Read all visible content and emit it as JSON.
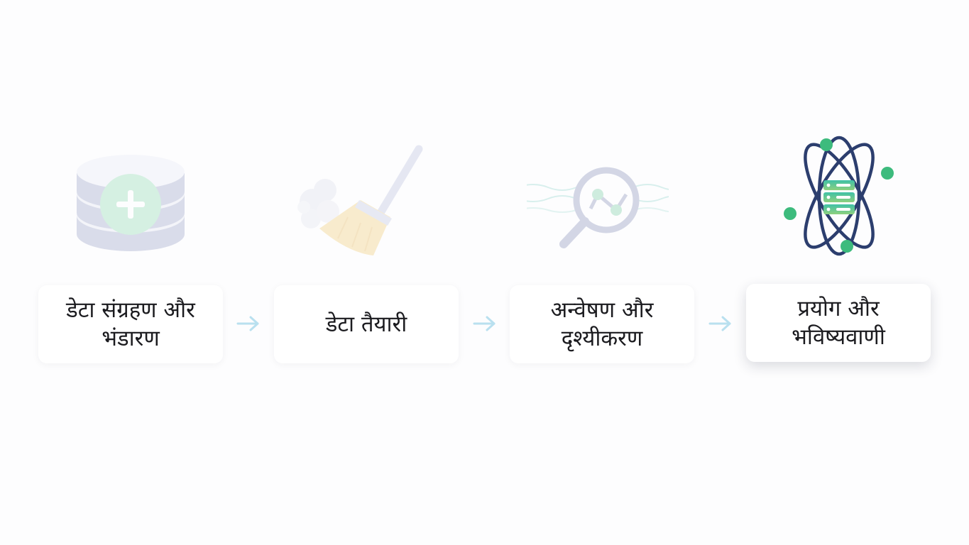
{
  "pipeline": {
    "steps": [
      {
        "label": "डेटा संग्रहण और\nभंडारण",
        "icon": "database-add-icon",
        "active": false
      },
      {
        "label": "डेटा तैयारी",
        "icon": "broom-icon",
        "active": false
      },
      {
        "label": "अन्वेषण और\nदृश्यीकरण",
        "icon": "magnifier-chart-icon",
        "active": false
      },
      {
        "label": "प्रयोग और\nभविष्यवाणी",
        "icon": "atom-server-icon",
        "active": true
      }
    ],
    "arrow_icon": "arrow-right-icon"
  },
  "colors": {
    "accent_green": "#3dbb7d",
    "navy": "#2c3e6e",
    "arrow": "#b9e0ef",
    "broom_bristles": "#f4dca0"
  }
}
